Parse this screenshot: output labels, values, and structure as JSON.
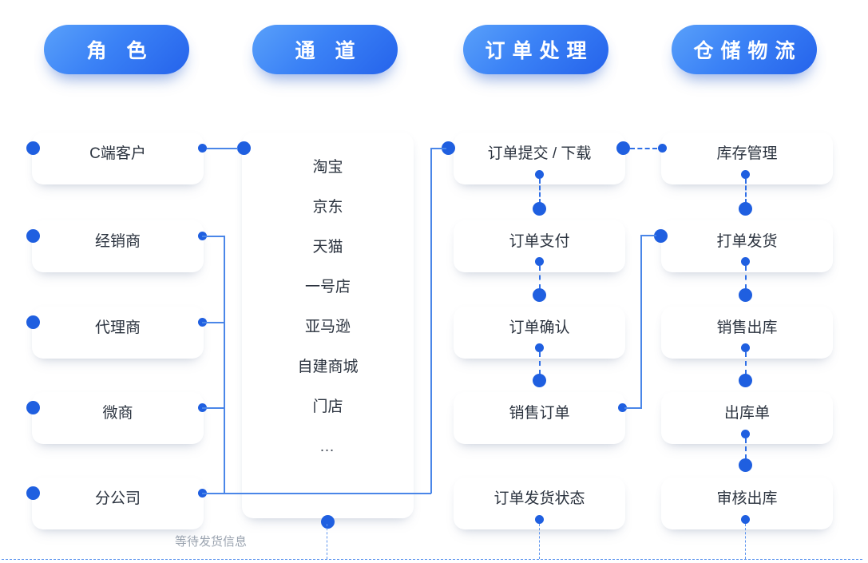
{
  "diagram": {
    "title_columns": [
      {
        "id": "role",
        "label": "角 色"
      },
      {
        "id": "channel",
        "label": "通 道"
      },
      {
        "id": "order",
        "label": "订单处理"
      },
      {
        "id": "warehouse",
        "label": "仓储物流"
      }
    ],
    "columns": {
      "role": {
        "header": "角 色",
        "items": [
          {
            "label": "C端客户"
          },
          {
            "label": "经销商"
          },
          {
            "label": "代理商"
          },
          {
            "label": "微商"
          },
          {
            "label": "分公司"
          }
        ]
      },
      "channel": {
        "header": "通 道",
        "items": [
          {
            "label": "淘宝"
          },
          {
            "label": "京东"
          },
          {
            "label": "天猫"
          },
          {
            "label": "一号店"
          },
          {
            "label": "亚马逊"
          },
          {
            "label": "自建商城"
          },
          {
            "label": "门店"
          },
          {
            "label": "…"
          }
        ]
      },
      "order": {
        "header": "订单处理",
        "items": [
          {
            "label": "订单提交 / 下载"
          },
          {
            "label": "订单支付"
          },
          {
            "label": "订单确认"
          },
          {
            "label": "销售订单"
          },
          {
            "label": "订单发货状态"
          }
        ]
      },
      "warehouse": {
        "header": "仓储物流",
        "items": [
          {
            "label": "库存管理"
          },
          {
            "label": "打单发货"
          },
          {
            "label": "销售出库"
          },
          {
            "label": "出库单"
          },
          {
            "label": "审核出库"
          }
        ]
      }
    },
    "annotations": {
      "waiting_note": "等待发货信息"
    },
    "colors": {
      "pill_gradient_start": "#59A0FA",
      "pill_gradient_end": "#2563EB",
      "dot": "#1F5FE0",
      "line": "#4A86E8",
      "dashed_line": "#2F6FE6",
      "card_text": "#2b333f",
      "note_text": "#9aa3af",
      "background": "#ffffff"
    }
  }
}
